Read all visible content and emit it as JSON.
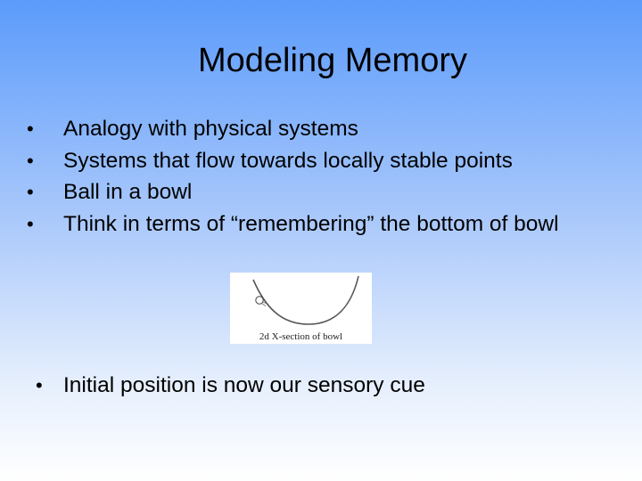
{
  "slide": {
    "title": "Modeling Memory",
    "bullet_glyph": "•",
    "bullets": [
      "Analogy with physical systems",
      "Systems that flow towards locally stable points",
      "Ball in a bowl",
      "Think in terms of “remembering” the bottom of bowl"
    ],
    "figure": {
      "caption": "2d X-section of bowl"
    },
    "final_bullet": "Initial position is now our sensory cue"
  }
}
